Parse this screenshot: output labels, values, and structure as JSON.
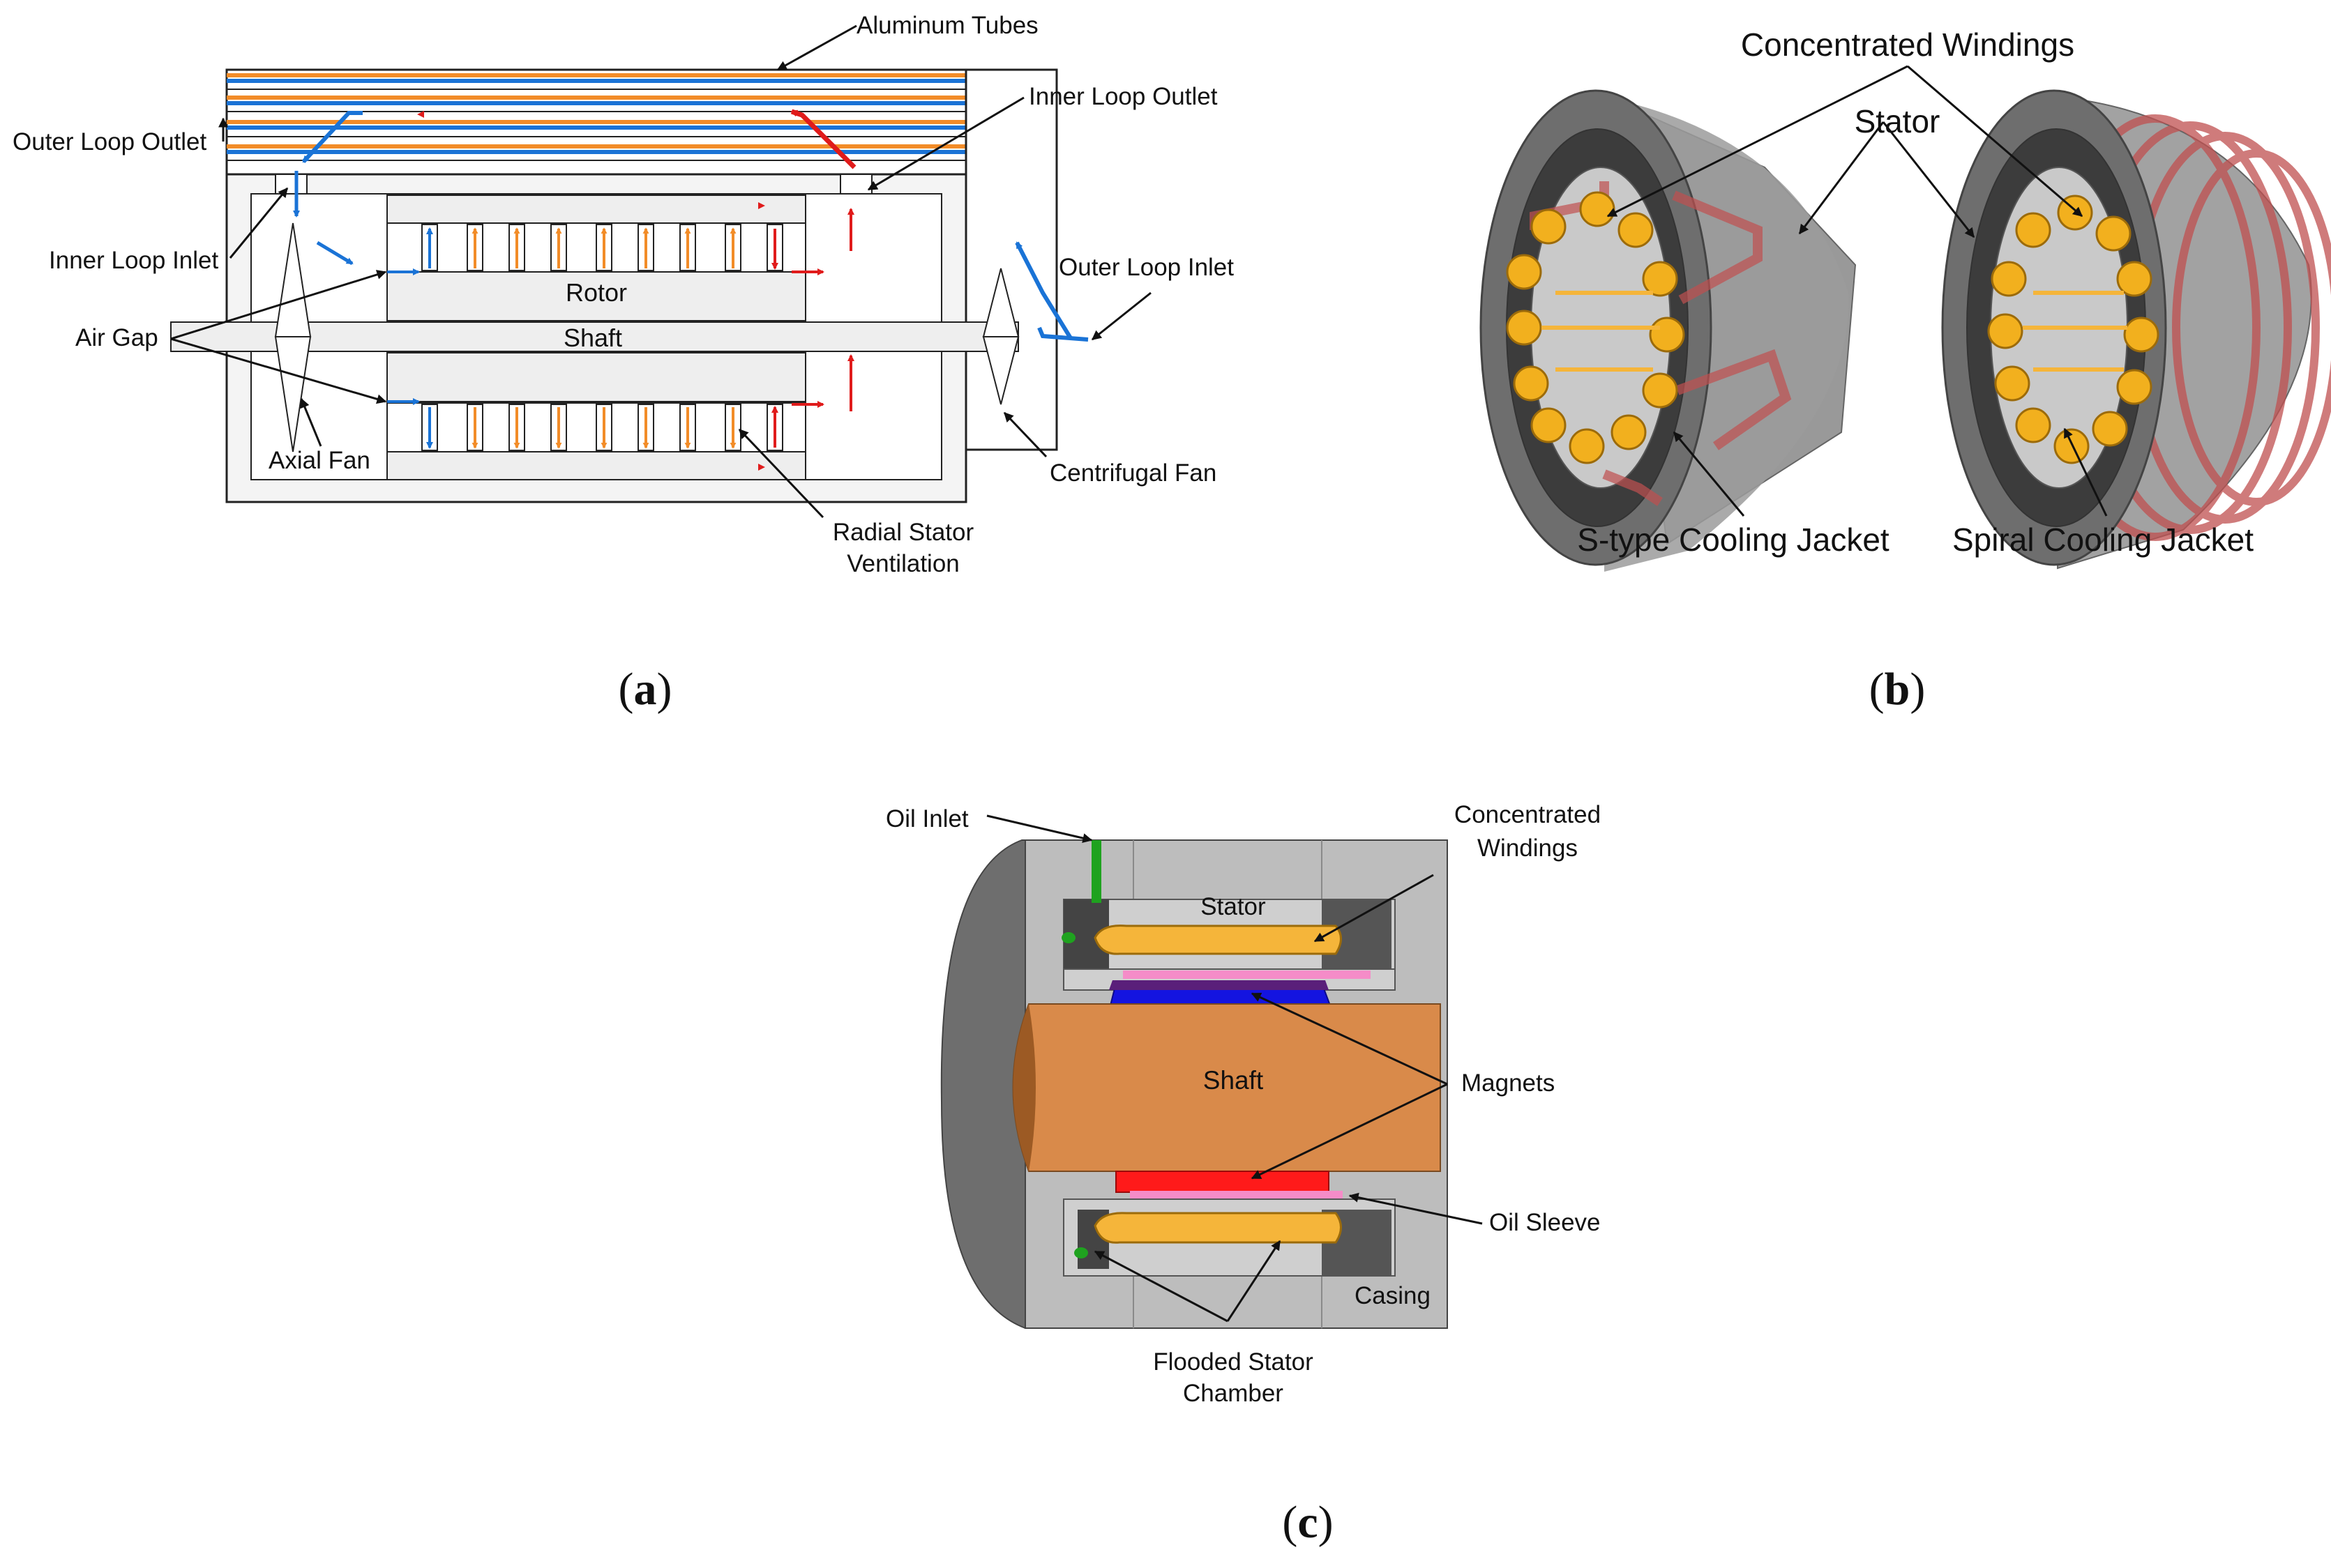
{
  "panel_a": {
    "labels": {
      "aluminum_tubes": "Aluminum Tubes",
      "inner_loop_outlet": "Inner Loop Outlet",
      "outer_loop_outlet": "Outer Loop Outlet",
      "inner_loop_inlet": "Inner Loop Inlet",
      "outer_loop_inlet": "Outer Loop Inlet",
      "air_gap": "Air Gap",
      "rotor": "Rotor",
      "shaft": "Shaft",
      "axial_fan": "Axial Fan",
      "centrifugal_fan": "Centrifugal Fan",
      "radial_stator_1": "Radial Stator",
      "radial_stator_2": "Ventilation"
    },
    "caption_open": "(",
    "caption_letter": "a",
    "caption_close": ")"
  },
  "panel_b": {
    "labels": {
      "concentrated_windings": "Concentrated Windings",
      "stator": "Stator",
      "s_type_jacket": "S-type Cooling Jacket",
      "spiral_jacket": "Spiral Cooling Jacket"
    },
    "caption_open": "(",
    "caption_letter": "b",
    "caption_close": ")"
  },
  "panel_c": {
    "labels": {
      "oil_inlet": "Oil Inlet",
      "concentrated_1": "Concentrated",
      "concentrated_2": "Windings",
      "stator": "Stator",
      "shaft": "Shaft",
      "magnets": "Magnets",
      "oil_sleeve": "Oil Sleeve",
      "casing": "Casing",
      "flooded_1": "Flooded Stator",
      "flooded_2": "Chamber"
    },
    "caption_open": "(",
    "caption_letter": "c",
    "caption_close": ")"
  },
  "colors": {
    "cold": "#1a73d6",
    "hot": "#e01b1b",
    "tube_orange": "#f28c28",
    "winding": "#f5b53a",
    "shaft_c": "#d98a4a",
    "magnet_blue": "#1414e0",
    "magnet_red": "#ff1a1a",
    "sleeve_pink": "#f58cc8",
    "casing_grey": "#bdbdbd",
    "oil_green": "#1fa21f"
  }
}
